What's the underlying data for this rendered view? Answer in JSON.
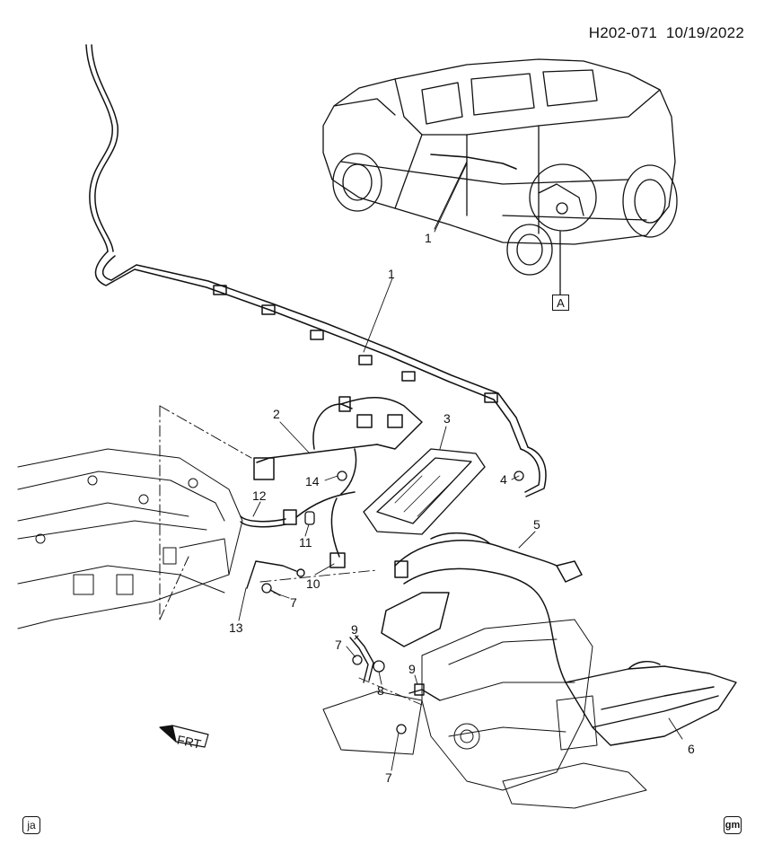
{
  "header": {
    "code": "H202-071",
    "date": "10/19/2022"
  },
  "callouts": [
    {
      "id": "c1a",
      "text": "1"
    },
    {
      "id": "c1b",
      "text": "1"
    },
    {
      "id": "c2",
      "text": "2"
    },
    {
      "id": "c3",
      "text": "3"
    },
    {
      "id": "c4",
      "text": "4"
    },
    {
      "id": "c5",
      "text": "5"
    },
    {
      "id": "c6",
      "text": "6"
    },
    {
      "id": "c7a",
      "text": "7"
    },
    {
      "id": "c7b",
      "text": "7"
    },
    {
      "id": "c7c",
      "text": "7"
    },
    {
      "id": "c8",
      "text": "8"
    },
    {
      "id": "c9a",
      "text": "9"
    },
    {
      "id": "c9b",
      "text": "9"
    },
    {
      "id": "c10",
      "text": "10"
    },
    {
      "id": "c11",
      "text": "11"
    },
    {
      "id": "c12",
      "text": "12"
    },
    {
      "id": "c13",
      "text": "13"
    },
    {
      "id": "c14",
      "text": "14"
    }
  ],
  "detail_ref": "A",
  "direction_label": "FRT",
  "footer": {
    "left_badge": "ja",
    "right_badge": "gm"
  }
}
